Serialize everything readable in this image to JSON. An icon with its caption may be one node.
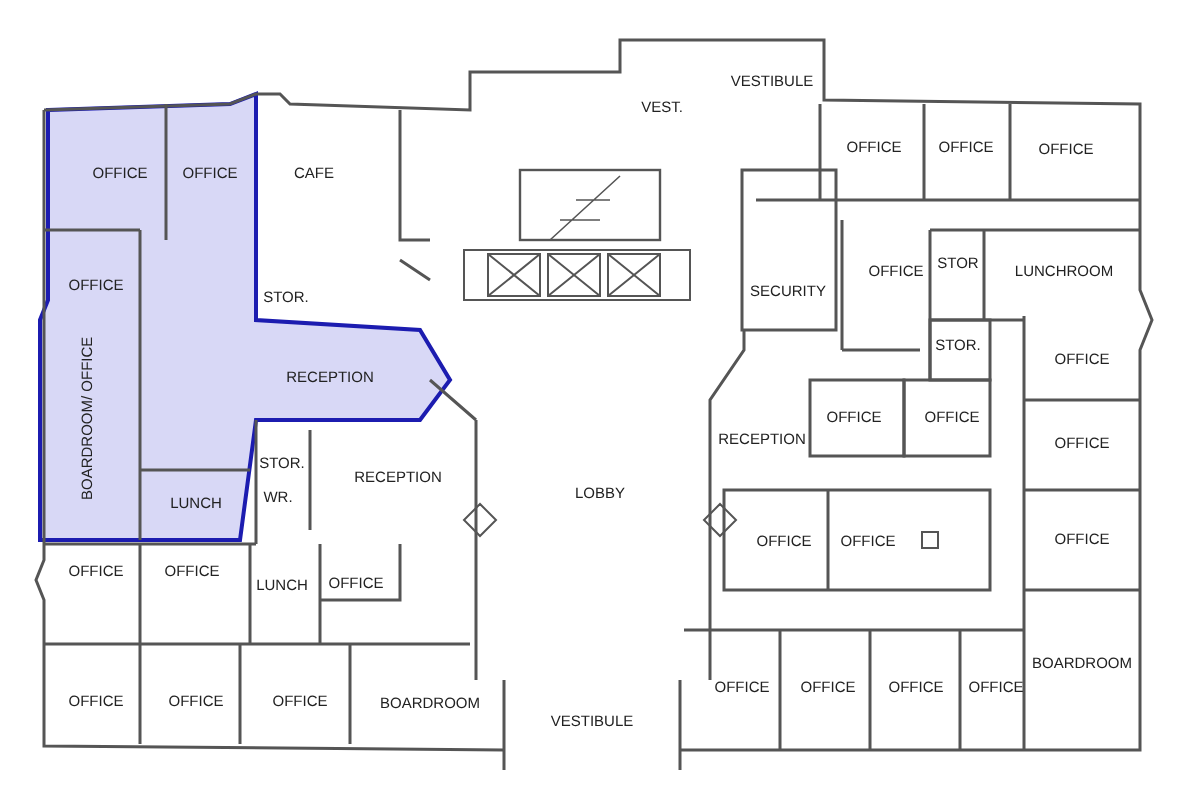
{
  "diagram": {
    "labels": [
      "VESTIBULE",
      "VEST.",
      "OFFICE",
      "OFFICE",
      "CAFE",
      "OFFICE",
      "OFFICE",
      "OFFICE",
      "OFFICE",
      "STOR.",
      "OFFICE",
      "STOR",
      "LUNCHROOM",
      "SECURITY",
      "STOR.",
      "OFFICE",
      "RECEPTION",
      "BOARDROOM/ OFFICE",
      "STOR.",
      "RECEPTION",
      "LOBBY",
      "RECEPTION",
      "OFFICE",
      "OFFICE",
      "OFFICE",
      "WR.",
      "LUNCH",
      "OFFICE",
      "OFFICE",
      "OFFICE",
      "OFFICE",
      "OFFICE",
      "LUNCH",
      "OFFICE",
      "OFFICE",
      "OFFICE",
      "OFFICE",
      "BOARDROOM",
      "VESTIBULE",
      "OFFICE",
      "OFFICE",
      "OFFICE",
      "OFFICE",
      "BOARDROOM"
    ]
  }
}
